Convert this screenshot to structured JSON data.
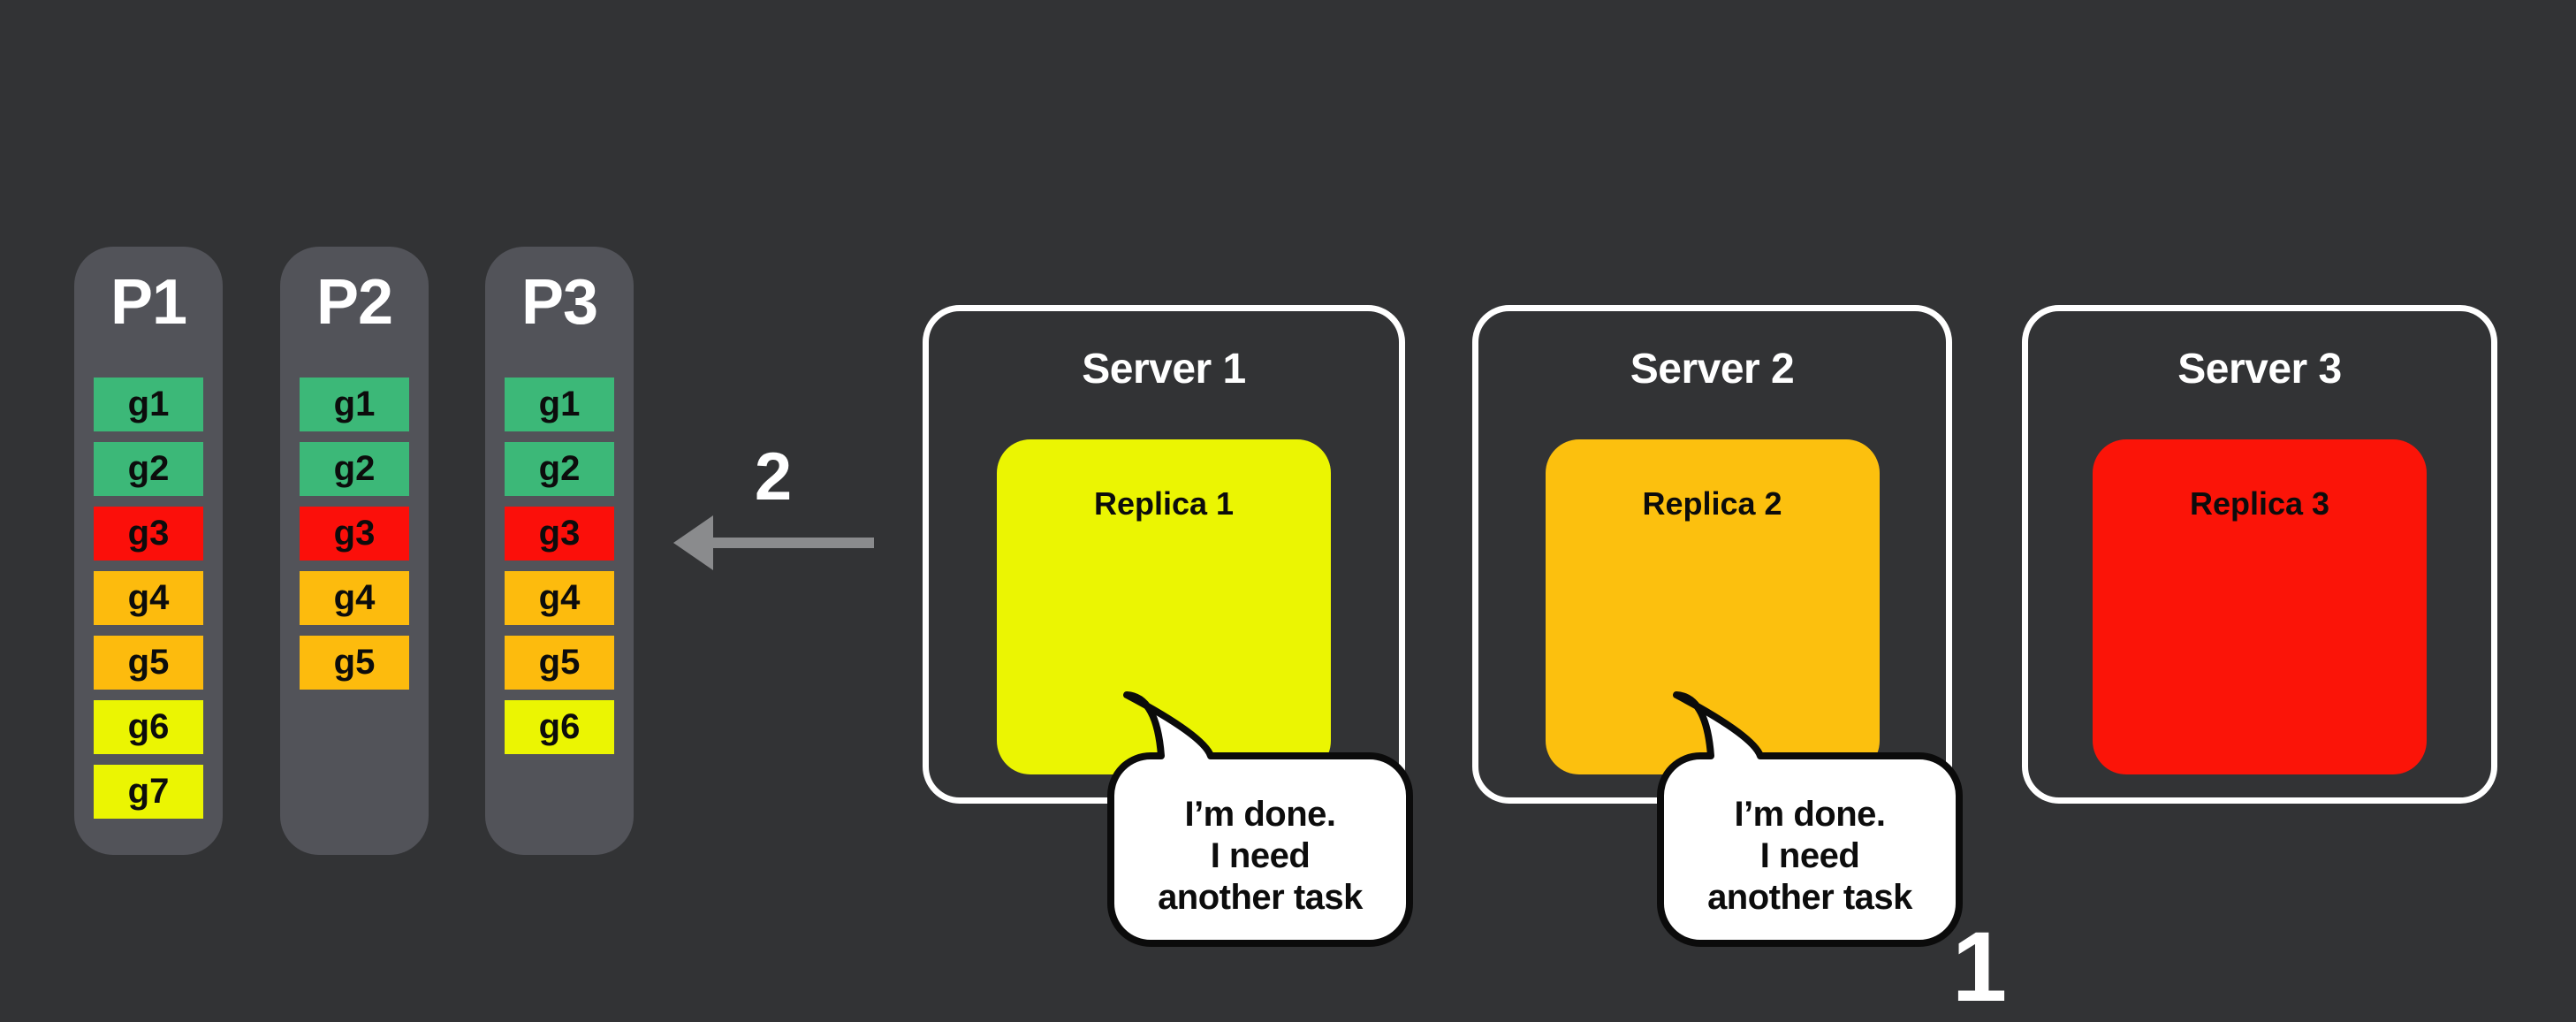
{
  "canvas": {
    "background": "#323335",
    "panel_color": "#525359",
    "arrow_color": "#8A8B8D"
  },
  "step_labels": {
    "step1": "1",
    "step2": "2"
  },
  "partitions": [
    {
      "title": "P1",
      "blocks": [
        {
          "label": "g1",
          "color": "#3CB878"
        },
        {
          "label": "g2",
          "color": "#3CB878"
        },
        {
          "label": "g3",
          "color": "#FB0F0A"
        },
        {
          "label": "g4",
          "color": "#FDBB0D"
        },
        {
          "label": "g5",
          "color": "#FDBB0D"
        },
        {
          "label": "g6",
          "color": "#EBF502"
        },
        {
          "label": "g7",
          "color": "#EBF502"
        }
      ]
    },
    {
      "title": "P2",
      "blocks": [
        {
          "label": "g1",
          "color": "#3CB878"
        },
        {
          "label": "g2",
          "color": "#3CB878"
        },
        {
          "label": "g3",
          "color": "#FB0F0A"
        },
        {
          "label": "g4",
          "color": "#FDBB0D"
        },
        {
          "label": "g5",
          "color": "#FDBB0D"
        }
      ]
    },
    {
      "title": "P3",
      "blocks": [
        {
          "label": "g1",
          "color": "#3CB878"
        },
        {
          "label": "g2",
          "color": "#3CB878"
        },
        {
          "label": "g3",
          "color": "#FB0F0A"
        },
        {
          "label": "g4",
          "color": "#FDBB0D"
        },
        {
          "label": "g5",
          "color": "#FDBB0D"
        },
        {
          "label": "g6",
          "color": "#EBF502"
        }
      ]
    }
  ],
  "servers": [
    {
      "title": "Server 1",
      "replica": {
        "label": "Replica 1",
        "color": "#EBF502"
      },
      "bubble": {
        "line1": "I’m done.",
        "line2": "I need",
        "line3": "another task"
      }
    },
    {
      "title": "Server 2",
      "replica": {
        "label": "Replica 2",
        "color": "#FCC00E"
      },
      "bubble": {
        "line1": "I’m done.",
        "line2": "I need",
        "line3": "another task"
      }
    },
    {
      "title": "Server 3",
      "replica": {
        "label": "Replica 3",
        "color": "#FB1408"
      }
    }
  ]
}
